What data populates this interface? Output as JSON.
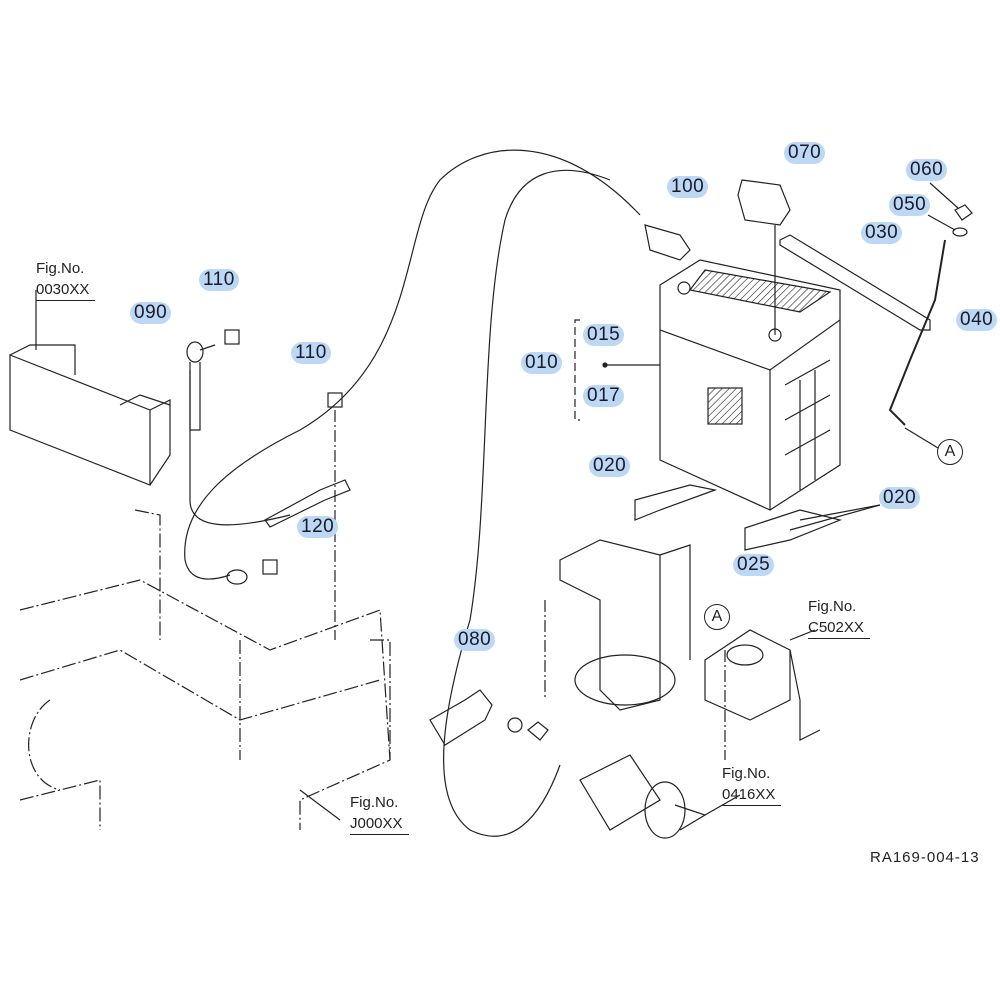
{
  "parts": [
    {
      "id": "070",
      "label": "070"
    },
    {
      "id": "060",
      "label": "060"
    },
    {
      "id": "100",
      "label": "100"
    },
    {
      "id": "050",
      "label": "050"
    },
    {
      "id": "030",
      "label": "030"
    },
    {
      "id": "040",
      "label": "040"
    },
    {
      "id": "110a",
      "label": "110"
    },
    {
      "id": "090",
      "label": "090"
    },
    {
      "id": "110b",
      "label": "110"
    },
    {
      "id": "015",
      "label": "015"
    },
    {
      "id": "010",
      "label": "010"
    },
    {
      "id": "017",
      "label": "017"
    },
    {
      "id": "020a",
      "label": "020"
    },
    {
      "id": "020b",
      "label": "020"
    },
    {
      "id": "120",
      "label": "120"
    },
    {
      "id": "025",
      "label": "025"
    },
    {
      "id": "080",
      "label": "080"
    }
  ],
  "figure_refs": [
    {
      "prefix": "Fig.No.",
      "code": "0030XX"
    },
    {
      "prefix": "Fig.No.",
      "code": "C502XX"
    },
    {
      "prefix": "Fig.No.",
      "code": "0416XX"
    },
    {
      "prefix": "Fig.No.",
      "code": "J000XX"
    }
  ],
  "connector_marks": [
    "A",
    "A"
  ],
  "drawing_number": "RA169-004-13",
  "highlight_color": "#bcd8f4"
}
